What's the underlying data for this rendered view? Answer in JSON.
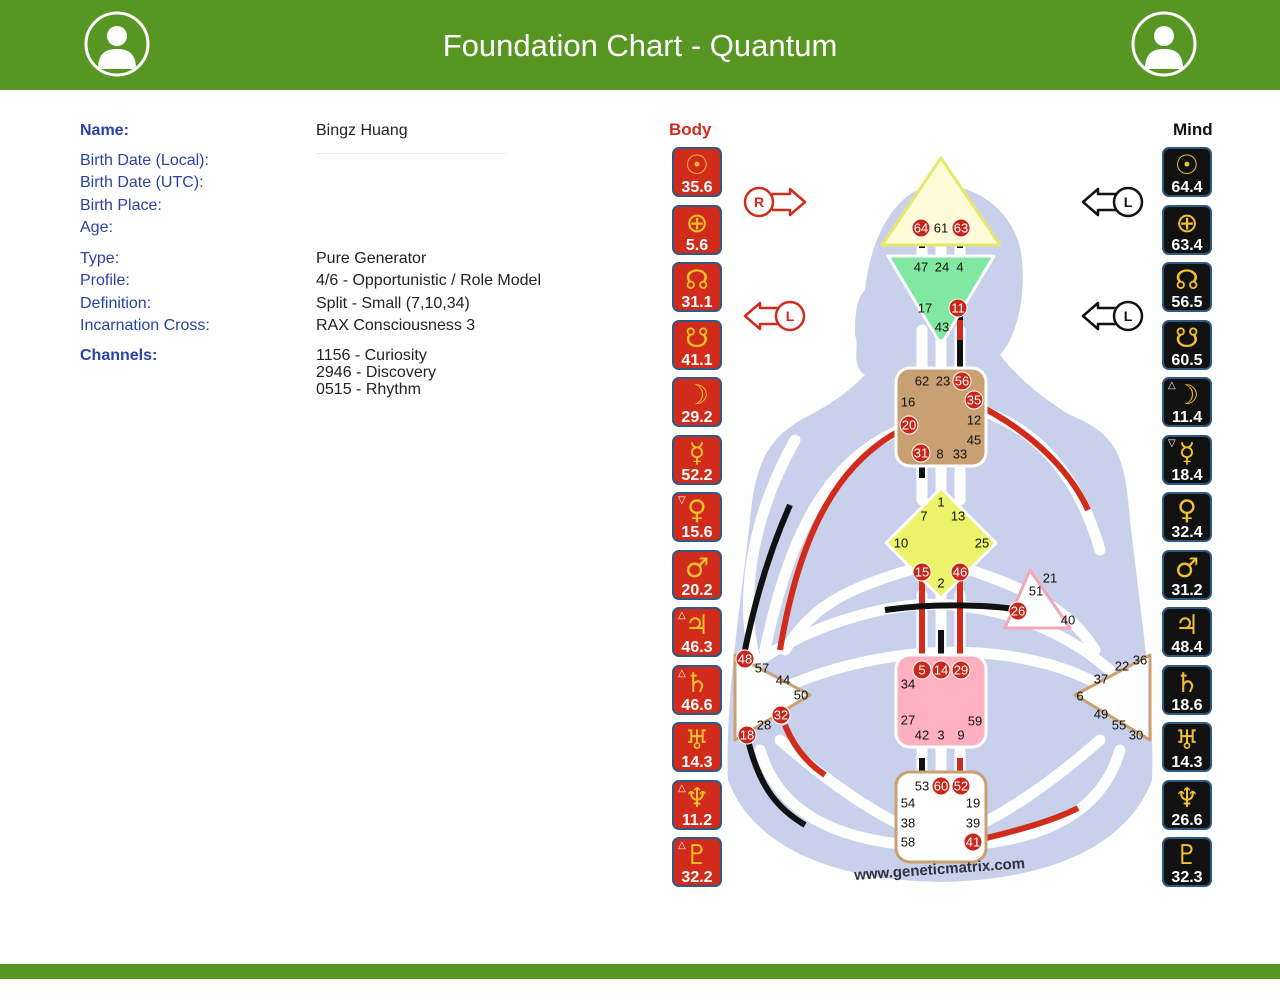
{
  "header": {
    "title": "Foundation Chart - Quantum",
    "left_icon": "user-silhouette-icon",
    "right_icon": "user-silhouette-icon",
    "color": "#589624"
  },
  "info": {
    "name_label": "Name:",
    "name_value": "Bingz Huang",
    "birth_local_label": "Birth Date (Local):",
    "birth_utc_label": "Birth Date (UTC):",
    "birth_place_label": "Birth Place:",
    "age_label": "Age:",
    "type_label": "Type:",
    "type_value": "Pure Generator",
    "profile_label": "Profile:",
    "profile_value": "4/6 - Opportunistic / Role Model",
    "definition_label": "Definition:",
    "definition_value": "Split - Small (7,10,34)",
    "cross_label": "Incarnation Cross:",
    "cross_value": "RAX Consciousness 3",
    "channels_label": "Channels:",
    "channels": [
      "1156 - Curiosity",
      "2946 - Discovery",
      "0515 - Rhythm"
    ]
  },
  "columns": {
    "body_label": "Body",
    "mind_label": "Mind",
    "body_color": "#d12b1b",
    "mind_color": "#111111"
  },
  "body_planets": [
    {
      "icon": "sun-icon",
      "symbol": "☉",
      "value": "35.6",
      "mark": ""
    },
    {
      "icon": "earth-icon",
      "symbol": "⊕",
      "value": "5.6",
      "mark": ""
    },
    {
      "icon": "north-node-icon",
      "symbol": "☊",
      "value": "31.1",
      "mark": ""
    },
    {
      "icon": "south-node-icon",
      "symbol": "☋",
      "value": "41.1",
      "mark": ""
    },
    {
      "icon": "moon-icon",
      "symbol": "☽",
      "value": "29.2",
      "mark": ""
    },
    {
      "icon": "mercury-icon",
      "symbol": "☿",
      "value": "52.2",
      "mark": ""
    },
    {
      "icon": "venus-icon",
      "symbol": "♀",
      "value": "15.6",
      "mark": "▽"
    },
    {
      "icon": "mars-icon",
      "symbol": "♂",
      "value": "20.2",
      "mark": ""
    },
    {
      "icon": "jupiter-icon",
      "symbol": "♃",
      "value": "46.3",
      "mark": "△"
    },
    {
      "icon": "saturn-icon",
      "symbol": "♄",
      "value": "46.6",
      "mark": "△"
    },
    {
      "icon": "uranus-icon",
      "symbol": "♅",
      "value": "14.3",
      "mark": ""
    },
    {
      "icon": "neptune-icon",
      "symbol": "♆",
      "value": "11.2",
      "mark": "△"
    },
    {
      "icon": "pluto-icon",
      "symbol": "♇",
      "value": "32.2",
      "mark": "△"
    }
  ],
  "mind_planets": [
    {
      "icon": "sun-icon",
      "symbol": "☉",
      "value": "64.4",
      "mark": ""
    },
    {
      "icon": "earth-icon",
      "symbol": "⊕",
      "value": "63.4",
      "mark": ""
    },
    {
      "icon": "north-node-icon",
      "symbol": "☊",
      "value": "56.5",
      "mark": ""
    },
    {
      "icon": "south-node-icon",
      "symbol": "☋",
      "value": "60.5",
      "mark": ""
    },
    {
      "icon": "moon-icon",
      "symbol": "☽",
      "value": "11.4",
      "mark": "△"
    },
    {
      "icon": "mercury-icon",
      "symbol": "☿",
      "value": "18.4",
      "mark": "▽"
    },
    {
      "icon": "venus-icon",
      "symbol": "♀",
      "value": "32.4",
      "mark": ""
    },
    {
      "icon": "mars-icon",
      "symbol": "♂",
      "value": "31.2",
      "mark": ""
    },
    {
      "icon": "jupiter-icon",
      "symbol": "♃",
      "value": "48.4",
      "mark": ""
    },
    {
      "icon": "saturn-icon",
      "symbol": "♄",
      "value": "18.6",
      "mark": ""
    },
    {
      "icon": "uranus-icon",
      "symbol": "♅",
      "value": "14.3",
      "mark": ""
    },
    {
      "icon": "neptune-icon",
      "symbol": "♆",
      "value": "26.6",
      "mark": ""
    },
    {
      "icon": "pluto-icon",
      "symbol": "♇",
      "value": "32.3",
      "mark": ""
    }
  ],
  "arrows": {
    "body_top": "R",
    "body_bottom": "L",
    "mind_top": "L",
    "mind_bottom": "L"
  },
  "bodygraph": {
    "watermark": "www.geneticmatrix.com",
    "gates": [
      {
        "n": "64",
        "active": true
      },
      {
        "n": "61",
        "active": false
      },
      {
        "n": "63",
        "active": true
      },
      {
        "n": "47",
        "active": false
      },
      {
        "n": "24",
        "active": false
      },
      {
        "n": "4",
        "active": false
      },
      {
        "n": "17",
        "active": false
      },
      {
        "n": "11",
        "active": true
      },
      {
        "n": "43",
        "active": false
      },
      {
        "n": "62",
        "active": false
      },
      {
        "n": "23",
        "active": false
      },
      {
        "n": "56",
        "active": true
      },
      {
        "n": "16",
        "active": false
      },
      {
        "n": "35",
        "active": true
      },
      {
        "n": "20",
        "active": true
      },
      {
        "n": "12",
        "active": false
      },
      {
        "n": "45",
        "active": false
      },
      {
        "n": "31",
        "active": true
      },
      {
        "n": "8",
        "active": false
      },
      {
        "n": "33",
        "active": false
      },
      {
        "n": "1",
        "active": false
      },
      {
        "n": "7",
        "active": false
      },
      {
        "n": "13",
        "active": false
      },
      {
        "n": "10",
        "active": false
      },
      {
        "n": "25",
        "active": false
      },
      {
        "n": "15",
        "active": true
      },
      {
        "n": "46",
        "active": true
      },
      {
        "n": "2",
        "active": false
      },
      {
        "n": "21",
        "active": false
      },
      {
        "n": "51",
        "active": false
      },
      {
        "n": "26",
        "active": true
      },
      {
        "n": "40",
        "active": false
      },
      {
        "n": "48",
        "active": true
      },
      {
        "n": "57",
        "active": false
      },
      {
        "n": "44",
        "active": false
      },
      {
        "n": "50",
        "active": false
      },
      {
        "n": "32",
        "active": true
      },
      {
        "n": "28",
        "active": false
      },
      {
        "n": "18",
        "active": true
      },
      {
        "n": "5",
        "active": true
      },
      {
        "n": "14",
        "active": true
      },
      {
        "n": "29",
        "active": true
      },
      {
        "n": "34",
        "active": false
      },
      {
        "n": "27",
        "active": false
      },
      {
        "n": "59",
        "active": false
      },
      {
        "n": "42",
        "active": false
      },
      {
        "n": "3",
        "active": false
      },
      {
        "n": "9",
        "active": false
      },
      {
        "n": "36",
        "active": false
      },
      {
        "n": "22",
        "active": false
      },
      {
        "n": "37",
        "active": false
      },
      {
        "n": "6",
        "active": false
      },
      {
        "n": "49",
        "active": false
      },
      {
        "n": "55",
        "active": false
      },
      {
        "n": "30",
        "active": false
      },
      {
        "n": "53",
        "active": false
      },
      {
        "n": "60",
        "active": true
      },
      {
        "n": "52",
        "active": true
      },
      {
        "n": "54",
        "active": false
      },
      {
        "n": "19",
        "active": false
      },
      {
        "n": "38",
        "active": false
      },
      {
        "n": "39",
        "active": false
      },
      {
        "n": "58",
        "active": false
      },
      {
        "n": "41",
        "active": true
      }
    ]
  }
}
